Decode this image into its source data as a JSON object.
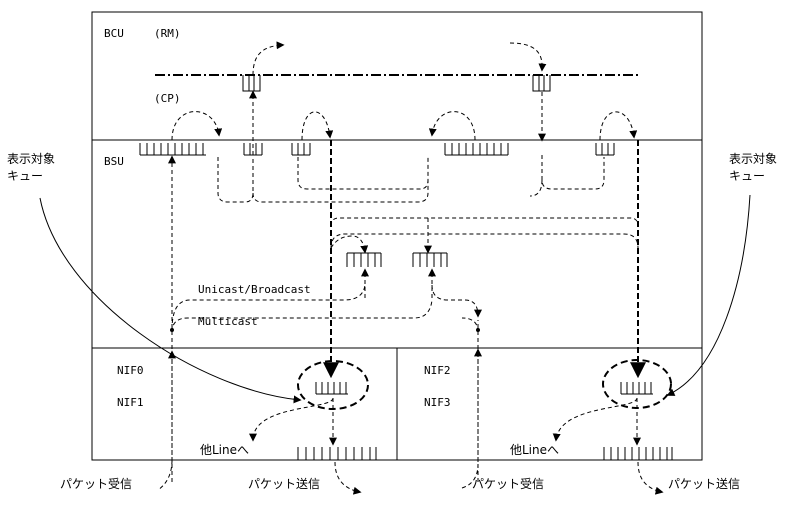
{
  "labels": {
    "bcu": "BCU",
    "rm": "(RM)",
    "cp": "(CP)",
    "bsu": "BSU",
    "nif0": "NIF0",
    "nif1": "NIF1",
    "nif2": "NIF2",
    "nif3": "NIF3",
    "unicast_broadcast": "Unicast/Broadcast",
    "multicast": "Multicast",
    "display_target_queue_left_line1": "表示対象",
    "display_target_queue_left_line2": "キュー",
    "display_target_queue_right_line1": "表示対象",
    "display_target_queue_right_line2": "キュー",
    "other_line_left": "他Lineへ",
    "other_line_right": "他Lineへ",
    "packet_receive_left": "パケット受信",
    "packet_send_left": "パケット送信",
    "packet_receive_right": "パケット受信",
    "packet_send_right": "パケット送信"
  }
}
